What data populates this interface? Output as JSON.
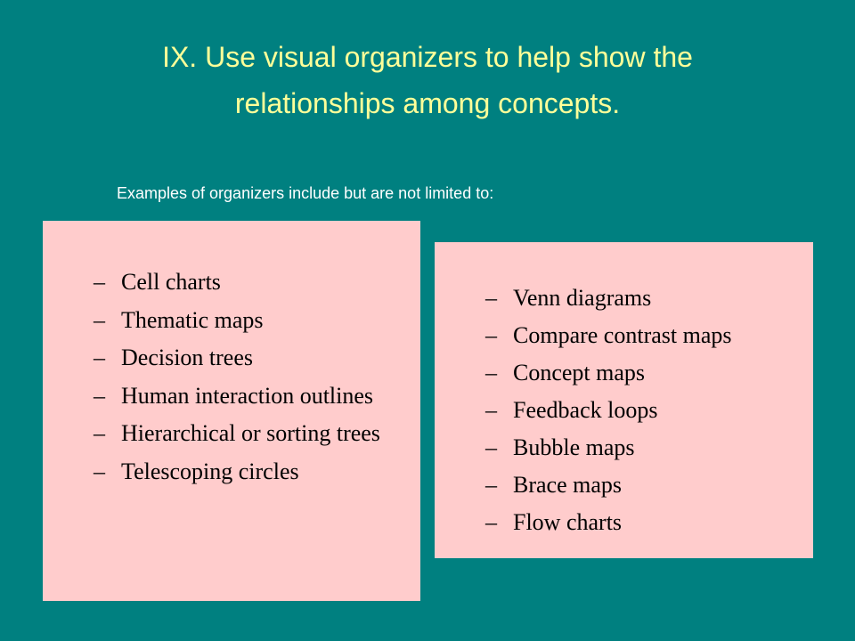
{
  "slide": {
    "title_line1": "IX. Use visual organizers to help show the",
    "title_line2": "relationships among concepts.",
    "subtitle": "Examples of organizers include but are not limited to:",
    "bullet_marker": "–",
    "left_list": [
      "Cell charts",
      "Thematic maps",
      "Decision trees",
      "Human interaction outlines",
      "Hierarchical or sorting trees",
      "Telescoping circles"
    ],
    "right_list": [
      "Venn diagrams",
      "Compare contrast maps",
      "Concept maps",
      "Feedback loops",
      "Bubble maps",
      "Brace maps",
      "Flow charts"
    ],
    "colors": {
      "background": "#008080",
      "title": "#ffff99",
      "subtitle": "#ffffff",
      "box": "#ffcccc",
      "text": "#000000"
    }
  }
}
